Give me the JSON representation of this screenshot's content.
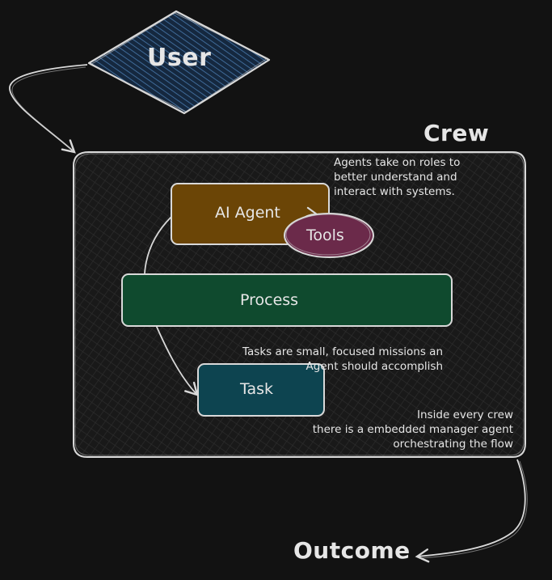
{
  "nodes": {
    "user": "User",
    "crew": "Crew",
    "ai_agent": "AI Agent",
    "tools": "Tools",
    "process": "Process",
    "task": "Task",
    "outcome": "Outcome"
  },
  "notes": {
    "agents": [
      "Agents take on roles to",
      "better understand and",
      "interact with systems."
    ],
    "tasks": [
      "Tasks are small, focused missions an",
      "Agent should accomplish"
    ],
    "manager": [
      "Inside every crew",
      "there is a embedded manager agent",
      "orchestrating the flow"
    ]
  },
  "colors": {
    "background": "#121212",
    "stroke": "#d9d9d9",
    "user_fill": "#1e3a5f",
    "agent_fill": "#6b4506",
    "tools_fill": "#6b2a4a",
    "process_fill": "#0f4a2e",
    "task_fill": "#0d4450"
  }
}
